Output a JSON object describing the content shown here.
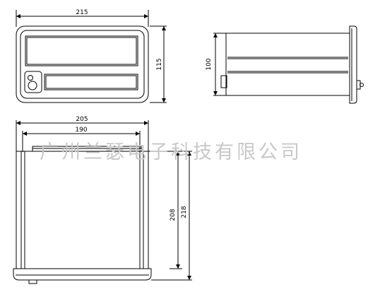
{
  "front_view": {
    "width_dim": "215",
    "height_dim": "115"
  },
  "side_view": {
    "height_dim": "100"
  },
  "top_view": {
    "outer_width_dim": "205",
    "inner_width_dim": "190",
    "depth_inner_dim": "208",
    "depth_outer_dim": "218"
  },
  "watermark": "广州兰瑟电子科技有限公司"
}
